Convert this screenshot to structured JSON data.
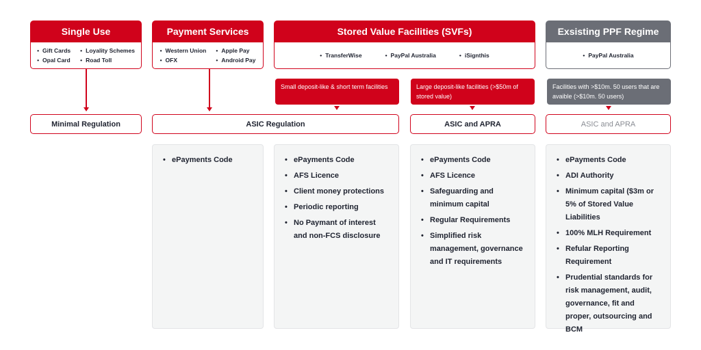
{
  "columns": {
    "single_use": {
      "title": "Single Use",
      "items": [
        "Gift Cards",
        "Loyality Schemes",
        "Opal Card",
        "Road Toll"
      ]
    },
    "payment_services": {
      "title": "Payment Services",
      "items": [
        "Western Union",
        "Apple Pay",
        "OFX",
        "Android Pay"
      ]
    },
    "svf": {
      "title": "Stored Value Facilities (SVFs)",
      "items": [
        "TransferWise",
        "PayPal Australia",
        "iSignthis"
      ]
    },
    "ppf": {
      "title": "Exsisting PPF Regime",
      "items": [
        "PayPal Australia"
      ]
    }
  },
  "notes": {
    "small": "Small deposit-like & short term facilities",
    "large": "Large deposit-like facilities (>$50m of stored value)",
    "ppf": "Facilities with >$10m. 50 users that are avaible (>$10m. 50 users)"
  },
  "regulation": {
    "minimal": "Minimal Regulation",
    "asic": "ASIC Regulation",
    "asic_apra": "ASIC and APRA",
    "asic_apra_ppf": "ASIC and APRA"
  },
  "requirements": {
    "payment_services": [
      "ePayments Code"
    ],
    "small_svf": [
      "ePayments Code",
      "AFS Licence",
      "Client money protections",
      "Periodic reporting",
      "No Paymant of interest and non-FCS disclosure"
    ],
    "large_svf": [
      "ePayments Code",
      "AFS Licence",
      "Safeguarding and minimum capital",
      "Regular Requirements",
      "Simplified risk management, governance and IT requirements"
    ],
    "ppf": [
      "ePayments Code",
      "ADI Authority",
      "Minimum capital ($3m or 5% of Stored Value Liabilities",
      "100% MLH Requirement",
      "Refular Reporting Requirement",
      "Prudential standards for risk management, audit, governance, fit and proper, outsourcing and BCM"
    ]
  },
  "colors": {
    "accent": "#d0021b",
    "muted": "#6b6e76",
    "panel": "#f4f5f5"
  }
}
